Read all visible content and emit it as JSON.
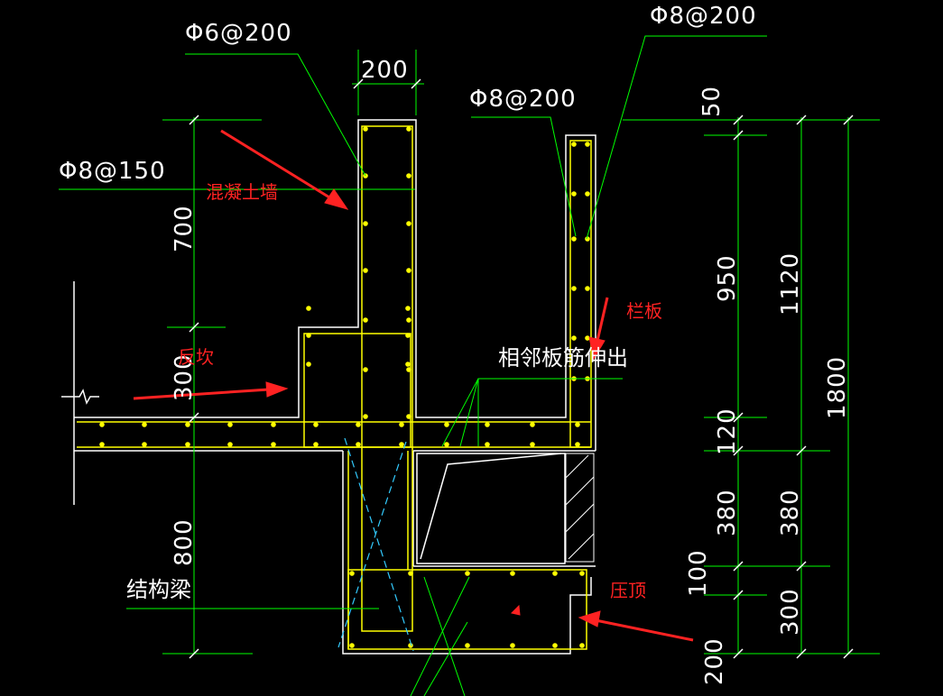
{
  "drawing": {
    "background": "#000000",
    "colors": {
      "outline": "#ffffff",
      "rebar": "#ffff00",
      "leader": "#00ff00",
      "arrow": "#ff2222",
      "centerline": "#33ccff"
    }
  },
  "rebar_labels": {
    "wall_stirrup": "Φ6@200",
    "slab_bar": "Φ8@150",
    "parapet_inner": "Φ8@200",
    "parapet_outer": "Φ8@200"
  },
  "dimensions": {
    "wall_width": "200",
    "top_offset": "50",
    "left_700": "700",
    "left_300": "300",
    "left_800": "800",
    "r1_950": "950",
    "r1_120": "120",
    "r1_380": "380",
    "r1_100": "100",
    "r1_200": "200",
    "r2_1120": "1120",
    "r2_380": "380",
    "r2_300": "300",
    "r3_1800": "1800"
  },
  "annotations": {
    "concrete_wall": "混凝土墙",
    "curb": "反坎",
    "parapet": "栏板",
    "adjacent_bars": "相邻板筋伸出",
    "structural_beam": "结构梁",
    "coping": "压顶"
  }
}
